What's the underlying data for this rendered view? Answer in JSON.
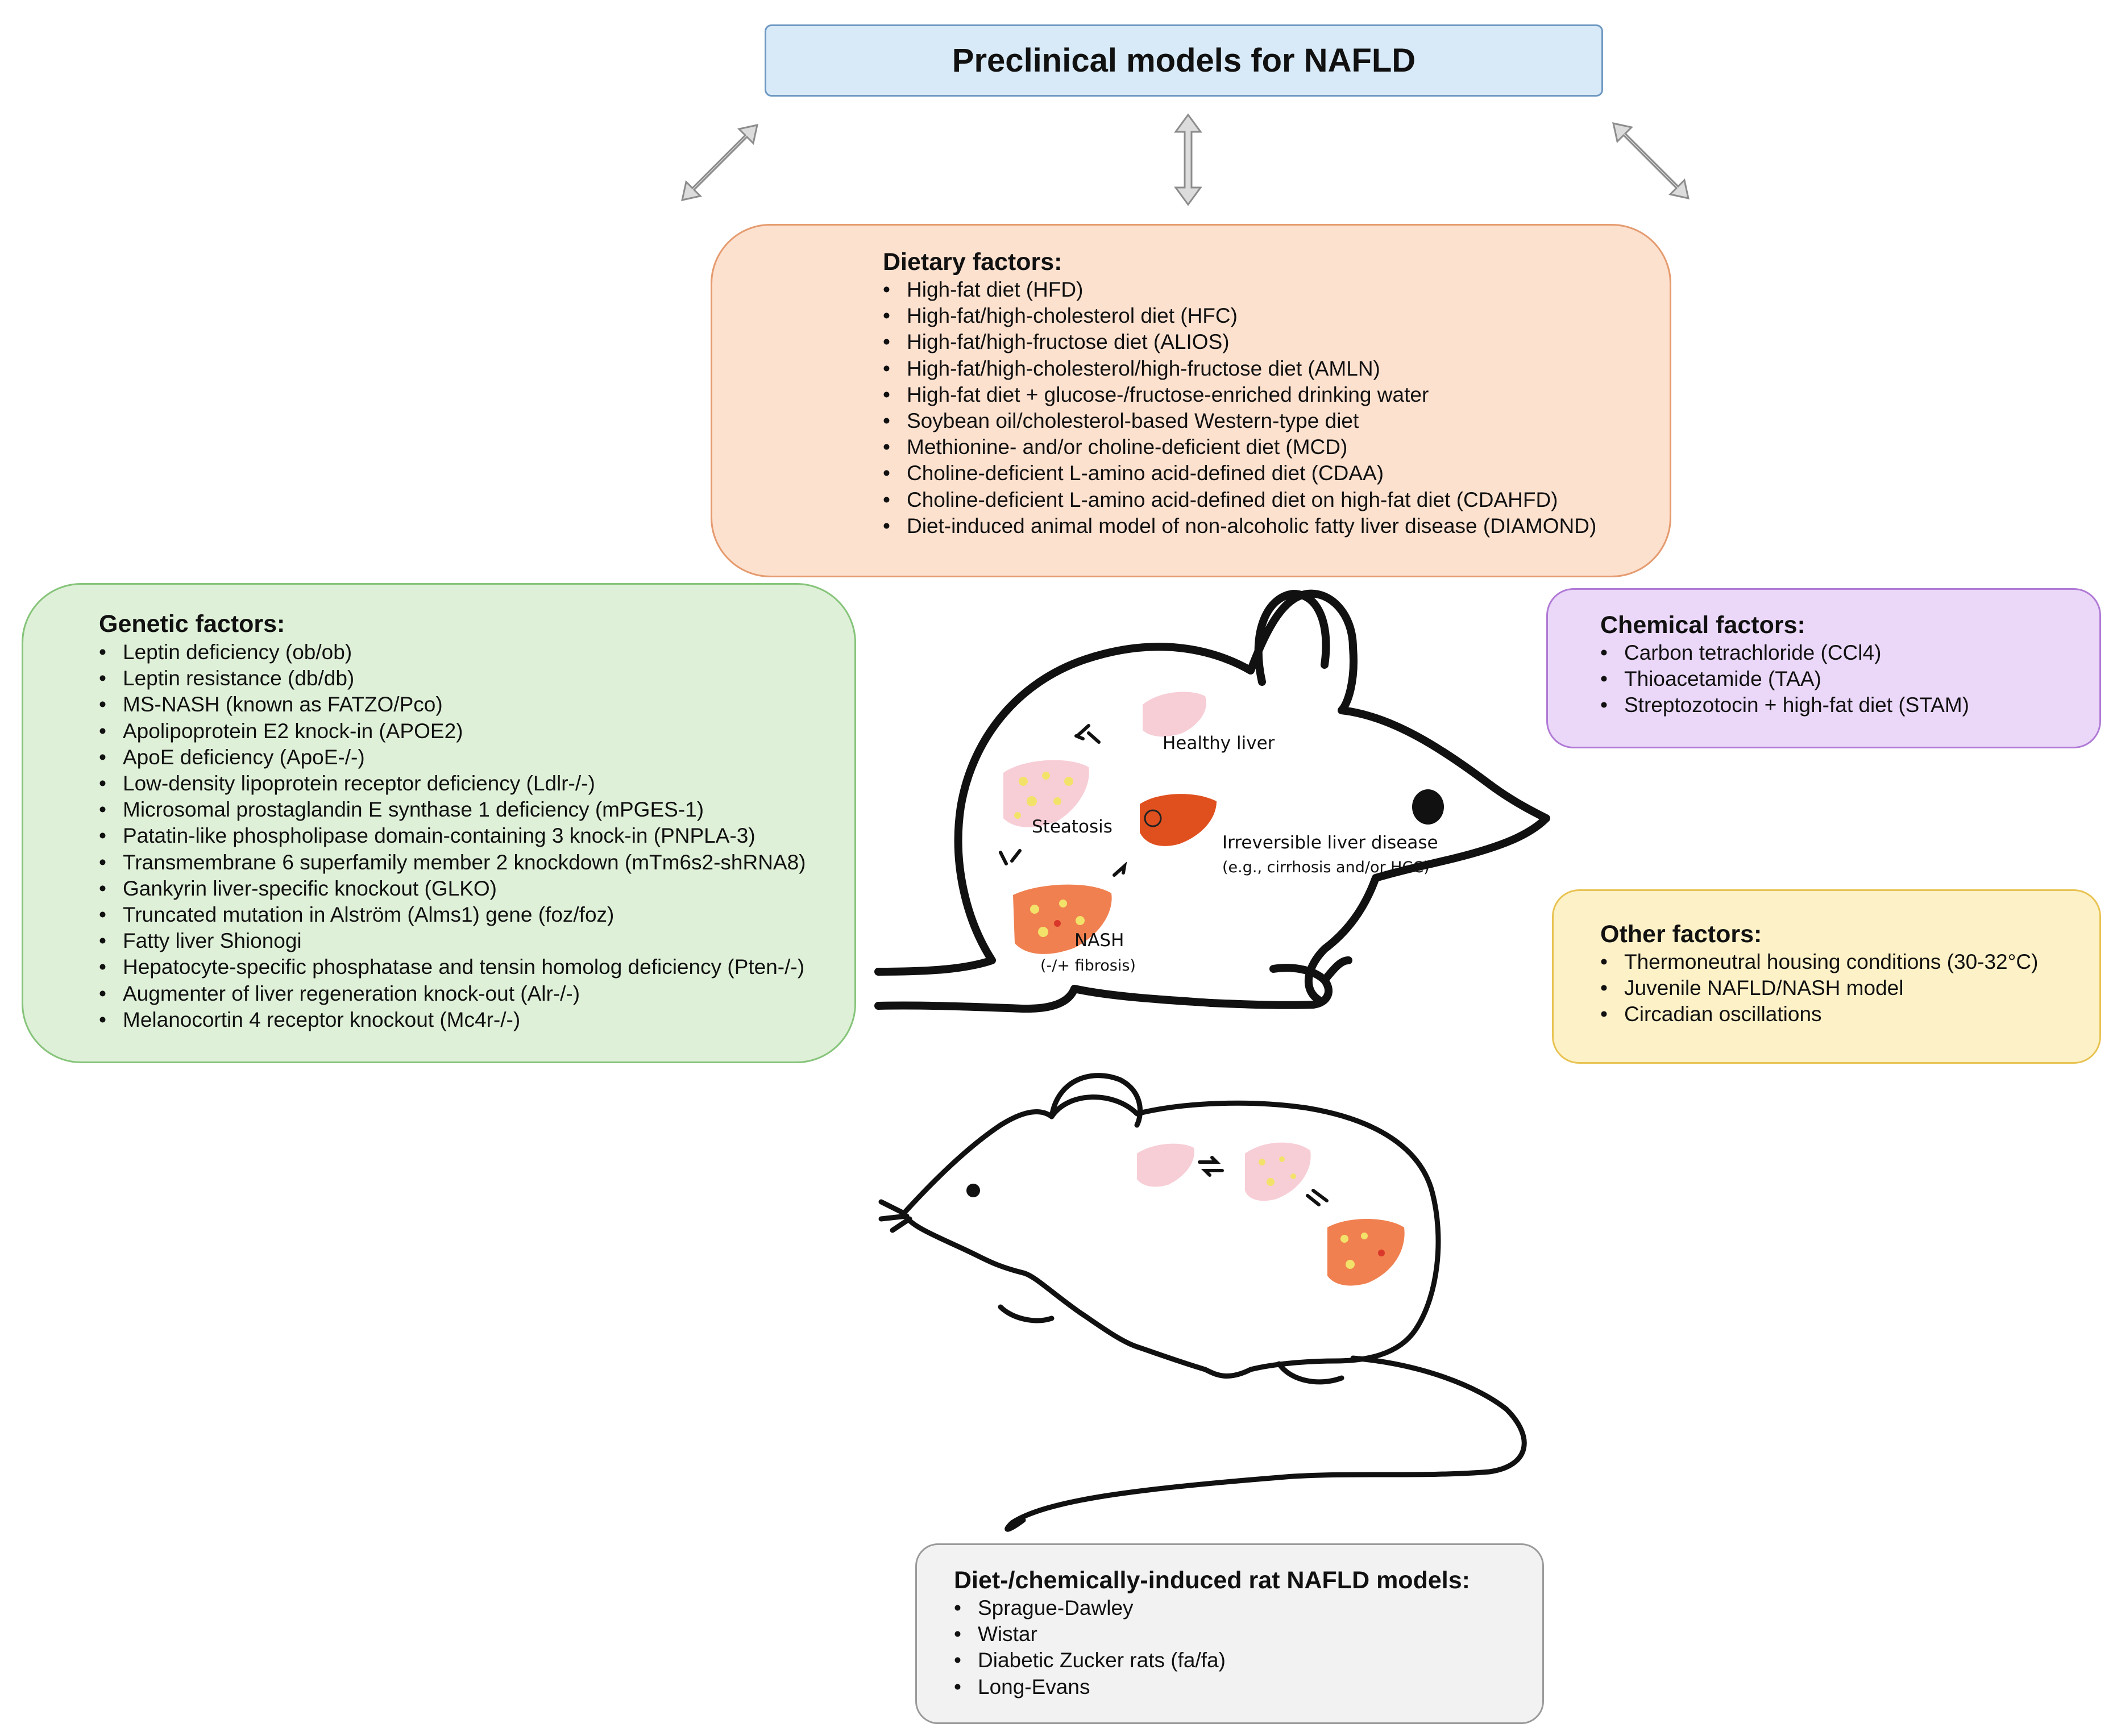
{
  "title": "Preclinical models for NAFLD",
  "dietary": {
    "title": "Dietary factors:",
    "items": [
      "High-fat diet (HFD)",
      "High-fat/high-cholesterol diet (HFC)",
      "High-fat/high-fructose diet (ALIOS)",
      "High-fat/high-cholesterol/high-fructose diet (AMLN)",
      "High-fat diet + glucose-/fructose-enriched drinking water",
      "Soybean oil/cholesterol-based Western-type diet",
      "Methionine- and/or choline-deficient diet (MCD)",
      "Choline-deficient L-amino acid-defined diet (CDAA)",
      "Choline-deficient L-amino acid-defined diet on high-fat diet (CDAHFD)",
      "Diet-induced animal model of non-alcoholic fatty liver disease (DIAMOND)"
    ]
  },
  "genetic": {
    "title": "Genetic factors:",
    "items": [
      "Leptin deficiency (ob/ob)",
      "Leptin resistance (db/db)",
      "MS-NASH (known as FATZO/Pco)",
      "Apolipoprotein E2 knock-in (APOE2)",
      "ApoE deficiency (ApoE-/-)",
      "Low-density lipoprotein receptor  deficiency (Ldlr-/-)",
      "Microsomal prostaglandin E synthase 1 deficiency (mPGES-1)",
      "Patatin-like phospholipase domain-containing 3 knock-in (PNPLA-3)",
      "Transmembrane 6 superfamily member 2 knockdown (mTm6s2-shRNA8)",
      "Gankyrin liver-specific knockout (GLKO)",
      "Truncated mutation in Alström (Alms1) gene (foz/foz)",
      "Fatty liver Shionogi",
      "Hepatocyte-specific phosphatase and tensin homolog deficiency (Pten-/-)",
      "Augmenter of liver regeneration knock-out (Alr-/-)",
      "Melanocortin 4 receptor knockout (Mc4r-/-)"
    ]
  },
  "chemical": {
    "title": "Chemical factors:",
    "items": [
      "Carbon tetrachloride (CCl4)",
      "Thioacetamide (TAA)",
      "Streptozotocin + high-fat diet (STAM)"
    ]
  },
  "other": {
    "title": "Other factors:",
    "items": [
      "Thermoneutral housing conditions (30-32°C)",
      "Juvenile NAFLD/NASH model",
      "Circadian oscillations"
    ]
  },
  "mouse_labels": {
    "healthy": "Healthy liver",
    "steatosis": "Steatosis",
    "irreversible": "Irreversible liver disease",
    "irreversible_sub": "(e.g., cirrhosis and/or HCC)",
    "nash": "NASH",
    "nash_sub": "(-/+ fibrosis)"
  },
  "rat": {
    "title": "Diet-/chemically-induced rat NAFLD models:",
    "items": [
      "Sprague-Dawley",
      "Wistar",
      "Diabetic Zucker rats (fa/fa)",
      "Long-Evans"
    ]
  },
  "colors": {
    "title_bg": "#d8eaf7",
    "dietary_bg": "#fde1cf",
    "genetic_bg": "#dff0d8",
    "chemical_bg": "#ebd8f8",
    "other_bg": "#fdf1c7",
    "rat_bg": "#f2f2f2",
    "healthy_liver": "#f7cdd6",
    "nash_liver": "#f08050",
    "cirrhosis_liver": "#e0501e"
  }
}
